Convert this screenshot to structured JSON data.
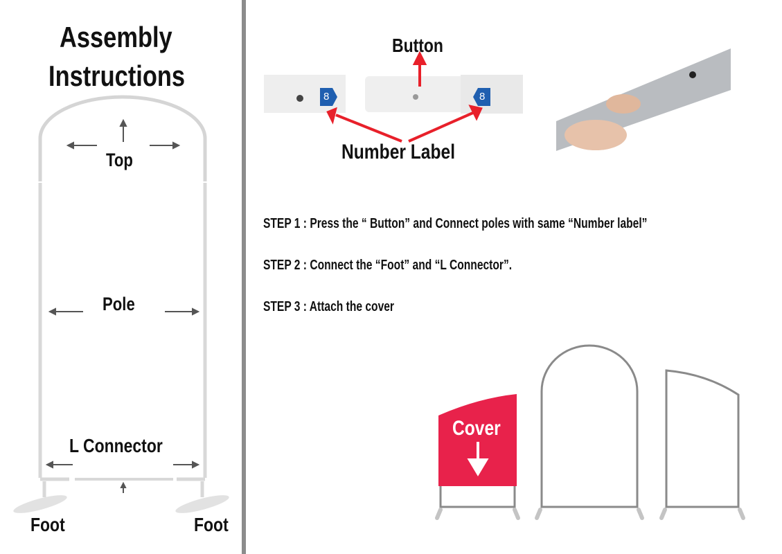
{
  "title": {
    "line1": "Assembly",
    "line2": "Instructions"
  },
  "frame_labels": {
    "top": "Top",
    "pole": "Pole",
    "l_connector": "L Connector",
    "foot_left": "Foot",
    "foot_right": "Foot"
  },
  "callouts": {
    "button": "Button",
    "number_label": "Number Label",
    "number_tag": "8"
  },
  "steps": [
    "STEP 1 : Press the “ Button” and Connect poles with same “Number label”",
    "STEP 2 :  Connect the “Foot” and “L Connector”.",
    "STEP 3 : Attach the cover"
  ],
  "cover": {
    "label": "Cover"
  },
  "colors": {
    "accent_red": "#e8224b",
    "arrow_red": "#e8202a",
    "label_blue": "#1f5fb0",
    "frame_gray": "#8a8a8a",
    "divider": "#8c8c8c"
  }
}
